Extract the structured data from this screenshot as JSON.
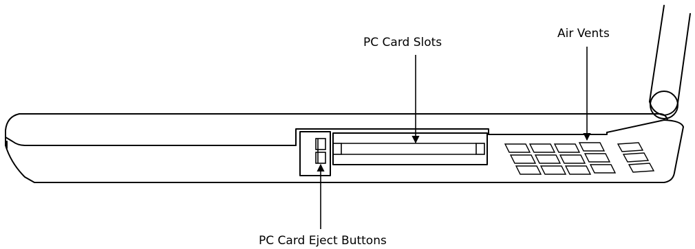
{
  "labels": {
    "pc_card_slots": "PC Card Slots",
    "air_vents": "Air Vents",
    "pc_card_eject_buttons": "PC Card Eject Buttons"
  }
}
